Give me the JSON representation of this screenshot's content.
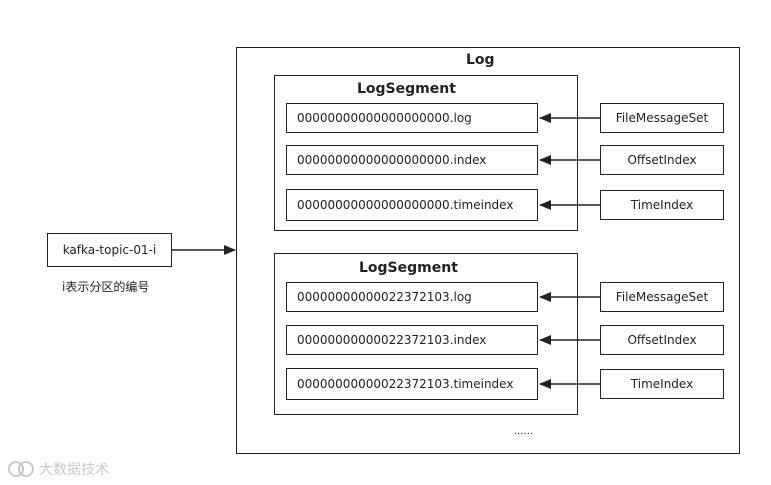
{
  "log": {
    "title": "Log",
    "ellipsis": "......"
  },
  "topic": {
    "name": "kafka-topic-01-i",
    "caption": "i表示分区的编号"
  },
  "segments": [
    {
      "title": "LogSegment",
      "files": [
        "00000000000000000000.log",
        "00000000000000000000.index",
        "00000000000000000000.timeindex"
      ],
      "classes": [
        "FileMessageSet",
        "OffsetIndex",
        "TimeIndex"
      ]
    },
    {
      "title": "LogSegment",
      "files": [
        "00000000000022372103.log",
        "00000000000022372103.index",
        "00000000000022372103.timeindex"
      ],
      "classes": [
        "FileMessageSet",
        "OffsetIndex",
        "TimeIndex"
      ]
    }
  ],
  "watermark": {
    "logo": "logo-icon",
    "text": "大数据技术"
  }
}
